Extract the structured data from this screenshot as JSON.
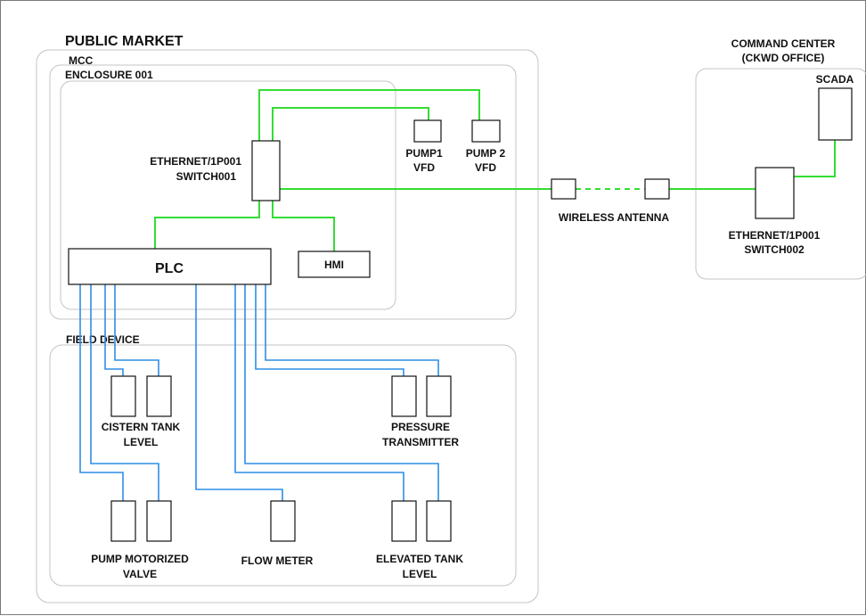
{
  "diagram": {
    "colors": {
      "ethernet_link": "#33dd33",
      "signal_wire": "#2e8ee6",
      "region_border": "#c4c4c4",
      "device_border": "#111111"
    },
    "regions": {
      "public_market": "PUBLIC MARKET",
      "mcc": "MCC",
      "enclosure": "ENCLOSURE 001",
      "field_device": "FIELD DEVICE",
      "command_center": [
        "COMMAND CENTER",
        "(CKWD OFFICE)"
      ]
    },
    "devices": {
      "switch001": [
        "ETHERNET/1P001",
        "SWITCH001"
      ],
      "pump1_vfd": [
        "PUMP1",
        "VFD"
      ],
      "pump2_vfd": [
        "PUMP 2",
        "VFD"
      ],
      "plc": "PLC",
      "hmi": "HMI",
      "wireless_antenna": "WIRELESS ANTENNA",
      "switch002": [
        "ETHERNET/1P001",
        "SWITCH002"
      ],
      "scada": "SCADA"
    },
    "field_devices": {
      "cistern_tank_level": [
        "CISTERN TANK",
        "LEVEL"
      ],
      "pressure_transmitter": [
        "PRESSURE",
        "TRANSMITTER"
      ],
      "pump_motorized_valve": [
        "PUMP MOTORIZED",
        "VALVE"
      ],
      "flow_meter": "FLOW METER",
      "elevated_tank_level": [
        "ELEVATED TANK",
        "LEVEL"
      ]
    }
  }
}
